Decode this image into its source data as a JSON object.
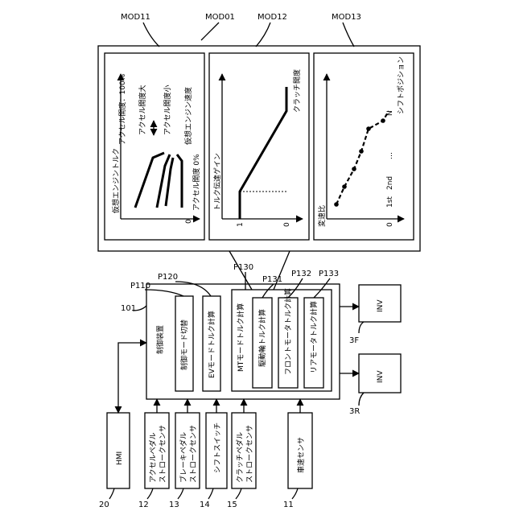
{
  "refs": {
    "mod01": "MOD01",
    "mod11": "MOD11",
    "mod12": "MOD12",
    "mod13": "MOD13",
    "p110": "P110",
    "p120": "P120",
    "p130": "P130",
    "p131": "P131",
    "p132": "P132",
    "p133": "P133",
    "ecu": "101",
    "inv_f": "3F",
    "inv_r": "3R",
    "hmi": "20",
    "accel": "12",
    "brake": "13",
    "shift": "14",
    "clutch": "15",
    "speed": "11"
  },
  "controller": {
    "title": "制御装置",
    "mode_switch": "制御モード切替",
    "ev_torque": "EVモードトルク計算",
    "mt_torque": "MTモードトルク計算",
    "drive_wheel": "駆動輪トルク計算",
    "front_motor": "フロントモータトルク計算",
    "rear_motor": "リアモータトルク計算"
  },
  "inverters": {
    "front": "INV",
    "rear": "INV"
  },
  "sensors": {
    "hmi": "HMI",
    "accel": [
      "アクセルペダル",
      "ストロークセンサ"
    ],
    "brake": [
      "ブレーキペダル",
      "ストロークセンサ"
    ],
    "shift": "シフトスイッチ",
    "clutch": [
      "クラッチペダル",
      "ストロークセンサ"
    ],
    "speed": "車速センサ"
  },
  "graph11": {
    "ylabel": "仮想エンジントルク",
    "xlabel": "仮想エンジン速度",
    "zero": "0",
    "accel100": "アクセル開度：100%",
    "accel_large": "アクセル開度大",
    "accel_small": "アクセル開度小",
    "accel0": "アクセル開度 0%"
  },
  "graph12": {
    "ylabel": "トルク伝達ゲイン",
    "xlabel": "クラッチ開度",
    "one": "1",
    "zero": "0"
  },
  "graph13": {
    "ylabel": "変速比",
    "xlabel": "シフトポジション",
    "zero": "0",
    "first": "1st",
    "second": "2nd",
    "dots": "…",
    "n": "N"
  }
}
